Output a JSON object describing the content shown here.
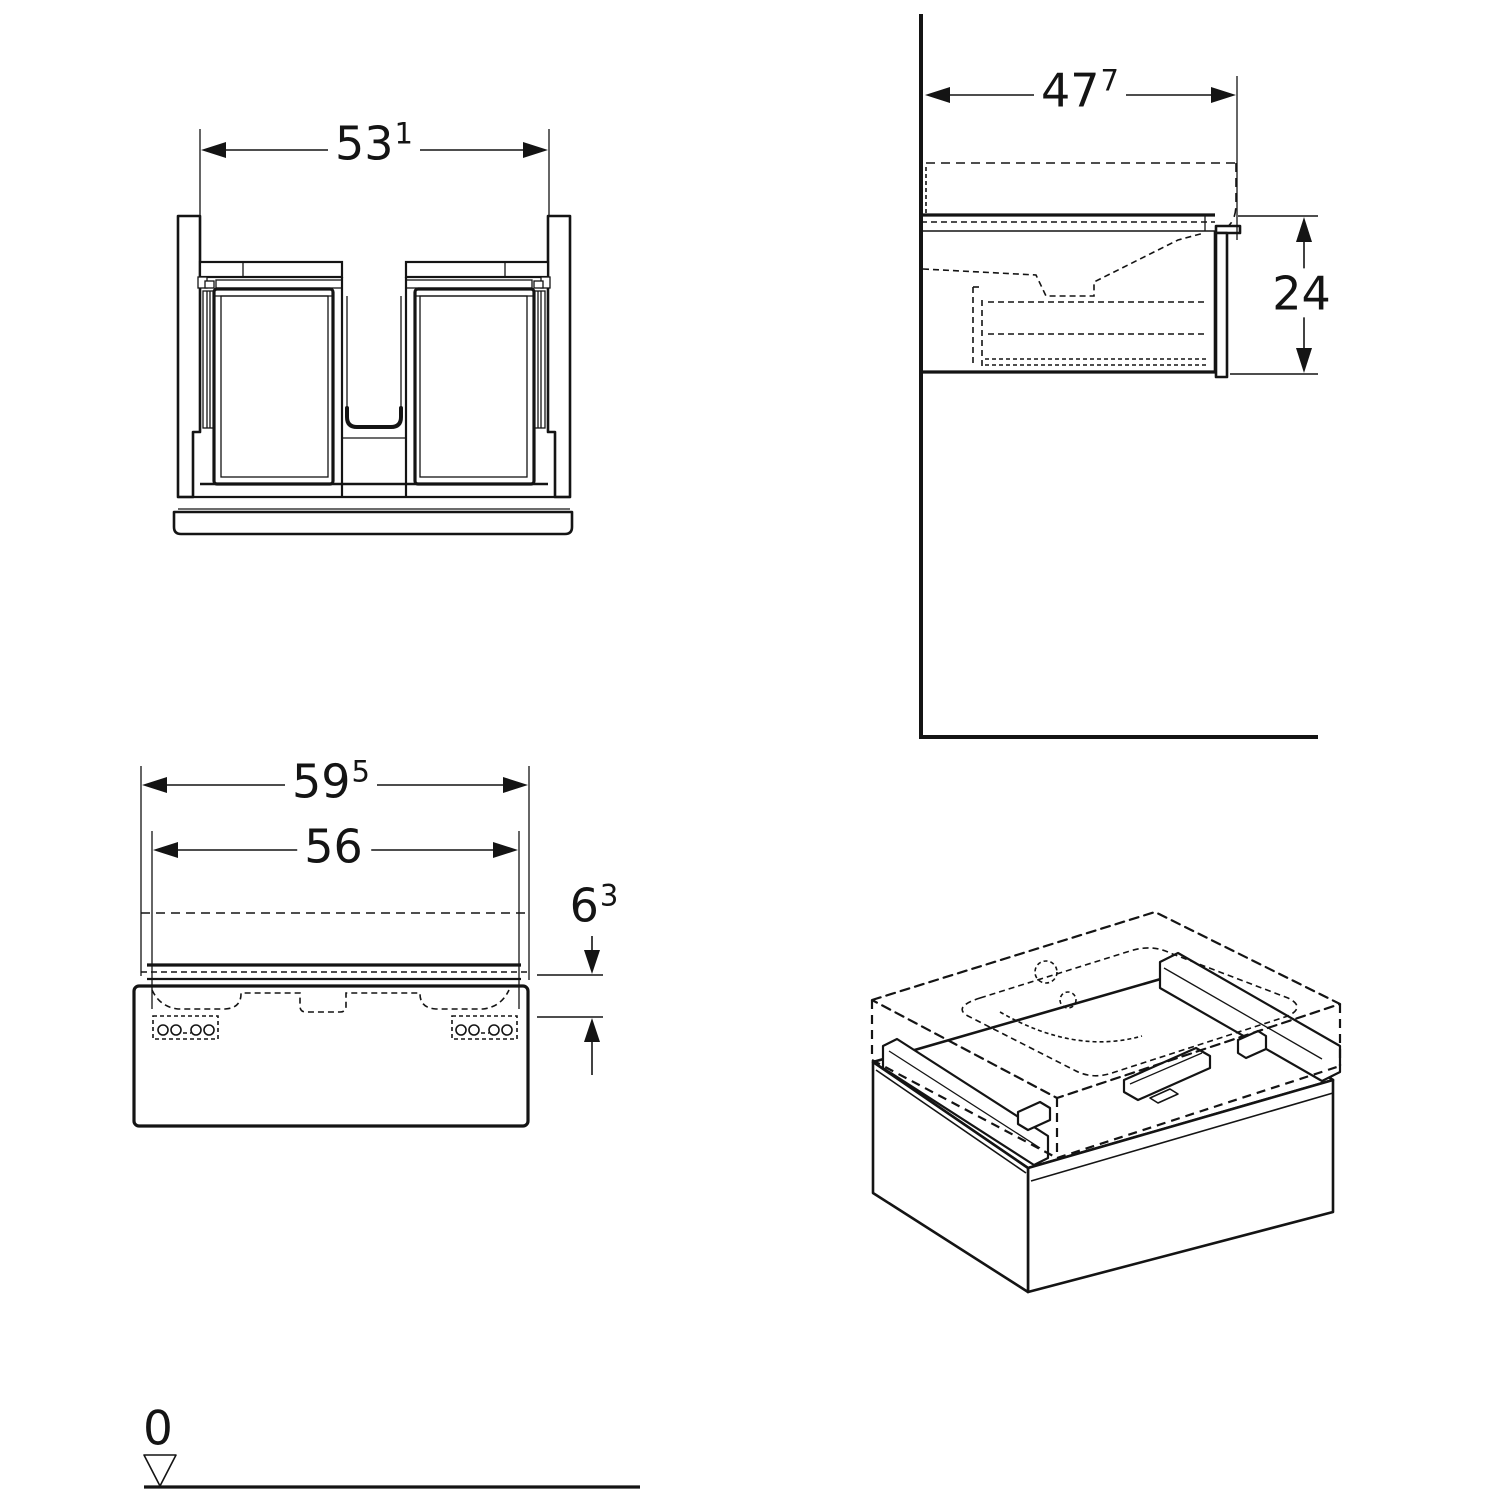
{
  "drawing": {
    "type": "technical-dimension-drawing",
    "subject": "wall-hung vanity cabinet with washbasin",
    "colors": {
      "line": "#141414",
      "background": "#ffffff"
    },
    "dimensions": {
      "plan_width": {
        "value": "53",
        "sup": "1"
      },
      "side_depth": {
        "value": "47",
        "sup": "7"
      },
      "side_height": {
        "value": "24",
        "sup": ""
      },
      "front_total_width": {
        "value": "59",
        "sup": "5"
      },
      "front_cabinet_width": {
        "value": "56",
        "sup": ""
      },
      "front_basin_height": {
        "value": "6",
        "sup": "3"
      },
      "datum_level": {
        "value": "0",
        "sup": ""
      }
    }
  }
}
